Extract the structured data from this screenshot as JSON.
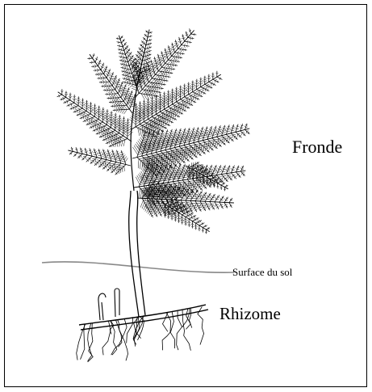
{
  "labels": {
    "fronde": "Fronde",
    "surface": "Surface du sol",
    "rhizome": "Rhizome"
  },
  "colors": {
    "ink": "#000000",
    "background": "#ffffff",
    "soil_line": "#888888"
  },
  "icons": {
    "plant": "fern-drawing"
  }
}
